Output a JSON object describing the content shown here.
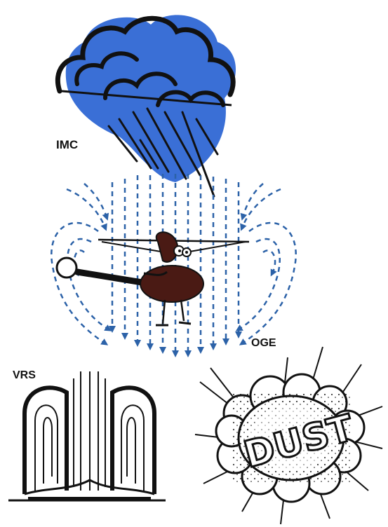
{
  "labels": {
    "imc": "IMC",
    "oge": "OGE",
    "vrs": "VRS",
    "dust": "DUST"
  },
  "colors": {
    "cloud_fill": "#3a6fd6",
    "airflow": "#2c62a8",
    "outline": "#111111",
    "helicopter_body": "#4a1a14",
    "background": "#ffffff"
  },
  "icons": [
    "rain-cloud-icon",
    "helicopter-icon",
    "downwash-arrows-icon",
    "vortex-ring-icon",
    "dust-cloud-icon"
  ]
}
